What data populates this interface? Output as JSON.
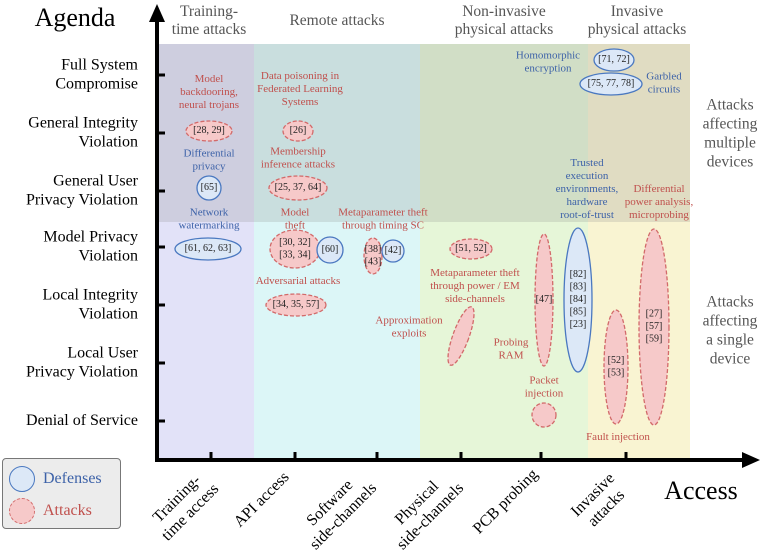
{
  "axes": {
    "y_title": "Agenda",
    "x_title": "Access"
  },
  "agenda_levels": [
    "Full System\nCompromise",
    "General Integrity\nViolation",
    "General User\nPrivacy Violation",
    "Model Privacy\nViolation",
    "Local Integrity\nViolation",
    "Local User\nPrivacy Violation",
    "Denial of Service"
  ],
  "access_levels": [
    "Training-\ntime access",
    "API access",
    "Software\nside-channels",
    "Physical\nside-channels",
    "PCB probing",
    "Invasive\nattacks"
  ],
  "column_headers": [
    "Training-\ntime attacks",
    "Remote attacks",
    "Non-invasive\nphysical attacks",
    "Invasive\nphysical attacks"
  ],
  "scope_labels": {
    "multiple": "Attacks\naffecting\nmultiple\ndevices",
    "single": "Attacks\naffecting\na single\ndevice"
  },
  "legend": {
    "defenses": "Defenses",
    "attacks": "Attacks"
  },
  "colors": {
    "defense_fill": "#dce8f7",
    "defense_stroke": "#4a78c0",
    "defense_text": "#3d62a8",
    "attack_fill": "#f6c9c9",
    "attack_stroke": "#d26a6a",
    "attack_text": "#c0504d",
    "zone_training": "#e2e2f8",
    "zone_remote": "#dcf6f7",
    "zone_noninvasive": "#e6f6d8",
    "zone_invasive": "#f9f4d2",
    "multi_device_overlay": "#8a8a8a"
  },
  "annotations": {
    "model_backdooring": "Model\nbackdooring,\nneural trojans",
    "data_poisoning": "Data poisoning in\nFederated Learning\nSystems",
    "homomorphic": "Homomorphic\nencryption",
    "garbled": "Garbled\ncircuits",
    "differential_privacy": "Differential\nprivacy",
    "membership": "Membership\ninference attacks",
    "network_watermarking": "Network\nwatermarking",
    "model_theft": "Model\ntheft",
    "metaparam_timing": "Metaparameter theft\nthrough timing SC",
    "trusted_exec": "Trusted\nexecution\nenvironments,\nhardware\nroot-of-trust",
    "diff_power": "Differential\npower analysis,\nmicroprobing",
    "adversarial": "Adversarial attacks",
    "metaparam_power": "Metaparameter theft\nthrough power / EM\nside-channels",
    "approx_exploits": "Approximation\nexploits",
    "probing_ram": "Probing\nRAM",
    "packet_injection": "Packet\ninjection",
    "fault_injection": "Fault injection"
  },
  "citations": {
    "c_71_72": "[71, 72]",
    "c_75_77_78": "[75, 77, 78]",
    "c_28_29": "[28, 29]",
    "c_26": "[26]",
    "c_65": "[65]",
    "c_25_37_64": "[25, 37, 64]",
    "c_61_62_63": "[61, 62, 63]",
    "c_30_32_33_34": "[30, 32]\n[33, 34]",
    "c_60": "[60]",
    "c_38_43": "[38]\n[43]",
    "c_42": "[42]",
    "c_51_52": "[51, 52]",
    "c_47": "[47]",
    "c_82_23": "[82]\n[83]\n[84]\n[85]\n[23]",
    "c_52_53": "[52]\n[53]",
    "c_27_57_59": "[27]\n[57]\n[59]",
    "c_34_35_57": "[34, 35, 57]"
  }
}
